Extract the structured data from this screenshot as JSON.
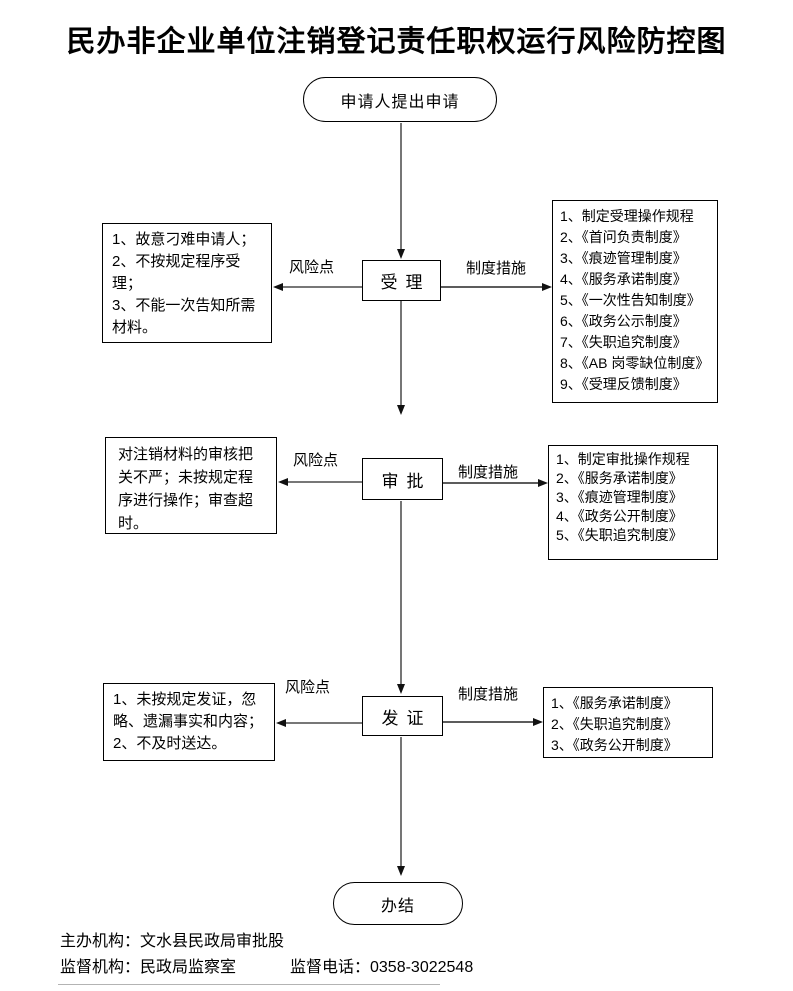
{
  "title": "民办非企业单位注销登记责任职权运行风险防控图",
  "flow": {
    "start": "申请人提出申请",
    "end": "办结"
  },
  "labels": {
    "risk_point": "风险点",
    "measures": "制度措施"
  },
  "stages": [
    {
      "name": "受理",
      "risks": [
        "1、故意刁难申请人；",
        "2、不按规定程序受理；",
        "3、不能一次告知所需材料。"
      ],
      "measures": [
        "1、制定受理操作规程",
        "2、《首问负责制度》",
        "3、《痕迹管理制度》",
        "4、《服务承诺制度》",
        "5、《一次性告知制度》",
        "6、《政务公示制度》",
        "7、《失职追究制度》",
        "8、《AB 岗零缺位制度》",
        "9、《受理反馈制度》"
      ]
    },
    {
      "name": "审批",
      "risks": [
        "对注销材料的审核把关不严；未按规定程序进行操作；审查超时。"
      ],
      "measures": [
        "1、制定审批操作规程",
        "2、《服务承诺制度》",
        "3、《痕迹管理制度》",
        "4、《政务公开制度》",
        "5、《失职追究制度》"
      ]
    },
    {
      "name": "发证",
      "risks": [
        "1、未按规定发证，忽略、遗漏事实和内容；",
        "2、不及时送达。"
      ],
      "measures": [
        "1、《服务承诺制度》",
        "2、《失职追究制度》",
        "3、《政务公开制度》"
      ]
    }
  ],
  "footer": {
    "organizer": "主办机构：文水县民政局审批股",
    "supervisor": "监督机构：民政局监察室",
    "phone": "监督电话：0358-3022548"
  }
}
